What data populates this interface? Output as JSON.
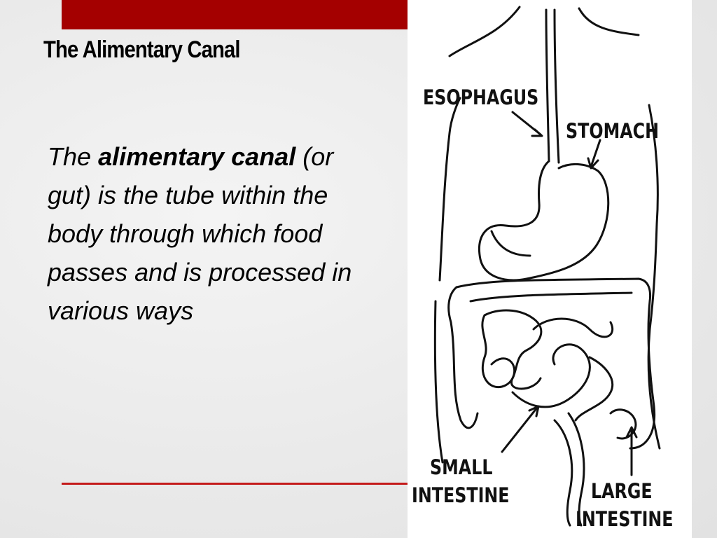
{
  "slide": {
    "title": "The Alimentary Canal",
    "body": {
      "lead": "The",
      "bold": "alimentary canal",
      "rest": "(or gut) is the tube within the body through which food passes and is processed in various ways"
    },
    "accent_color": "#a40000"
  },
  "figure": {
    "labels": {
      "esophagus": "ESOPHAGUS",
      "stomach": "STOMACH",
      "small_intestine_1": "SMALL",
      "small_intestine_2": "INTESTINE",
      "large_intestine_1": "LARGE",
      "large_intestine_2": "INTESTINE"
    }
  }
}
